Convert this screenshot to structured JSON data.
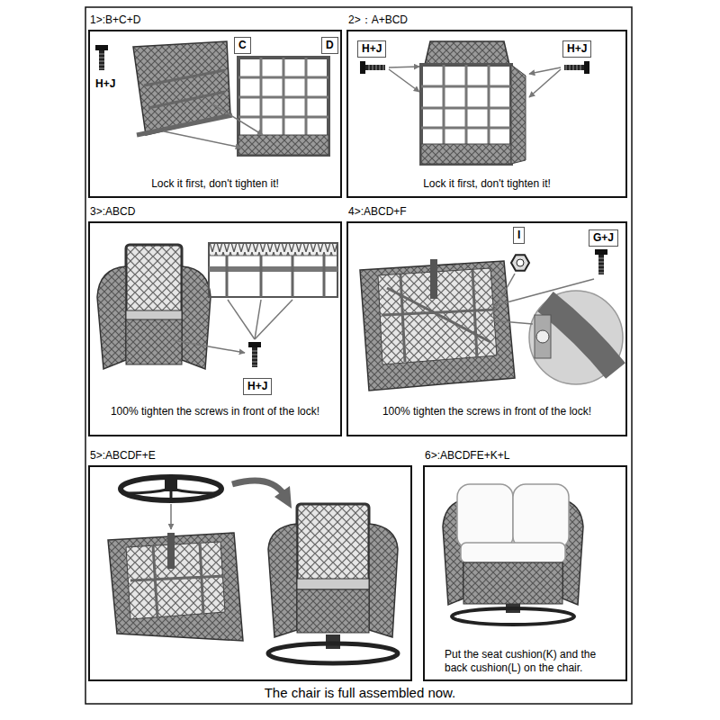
{
  "diagram": {
    "caption": "The chair is full assembled now.",
    "nodes": [
      {
        "text": [
          "1>:B+C+D",
          "Lock it first, don't tighten it!"
        ]
      },
      {
        "text": [
          "C"
        ],
        "in": 0
      },
      {
        "text": [
          "D"
        ],
        "in": 0
      },
      {
        "text": [
          "2>：A+BCD",
          "Lock it first, don't tighten it!"
        ]
      },
      {
        "text": [
          "H+J"
        ],
        "in": 3
      },
      {
        "text": [
          "H+J"
        ],
        "in": 3
      },
      {
        "text": [
          "3>:ABCD",
          "100% tighten the screws in front of the lock!"
        ]
      },
      {
        "text": [
          "H+J"
        ],
        "in": 6
      },
      {
        "text": [
          "4>:ABCD+F",
          "100% tighten the screws in front of the lock!"
        ]
      },
      {
        "text": [
          "I"
        ],
        "in": 8
      },
      {
        "text": [
          "G+J"
        ],
        "in": 8
      },
      {
        "text": [
          "5>:ABCDF+E"
        ]
      },
      {
        "text": [
          "6>:ABCDFE+K+L",
          "Put the seat cushion(K) and the back cushion(L) on the chair."
        ]
      }
    ],
    "labels": [
      "H+J"
    ]
  }
}
